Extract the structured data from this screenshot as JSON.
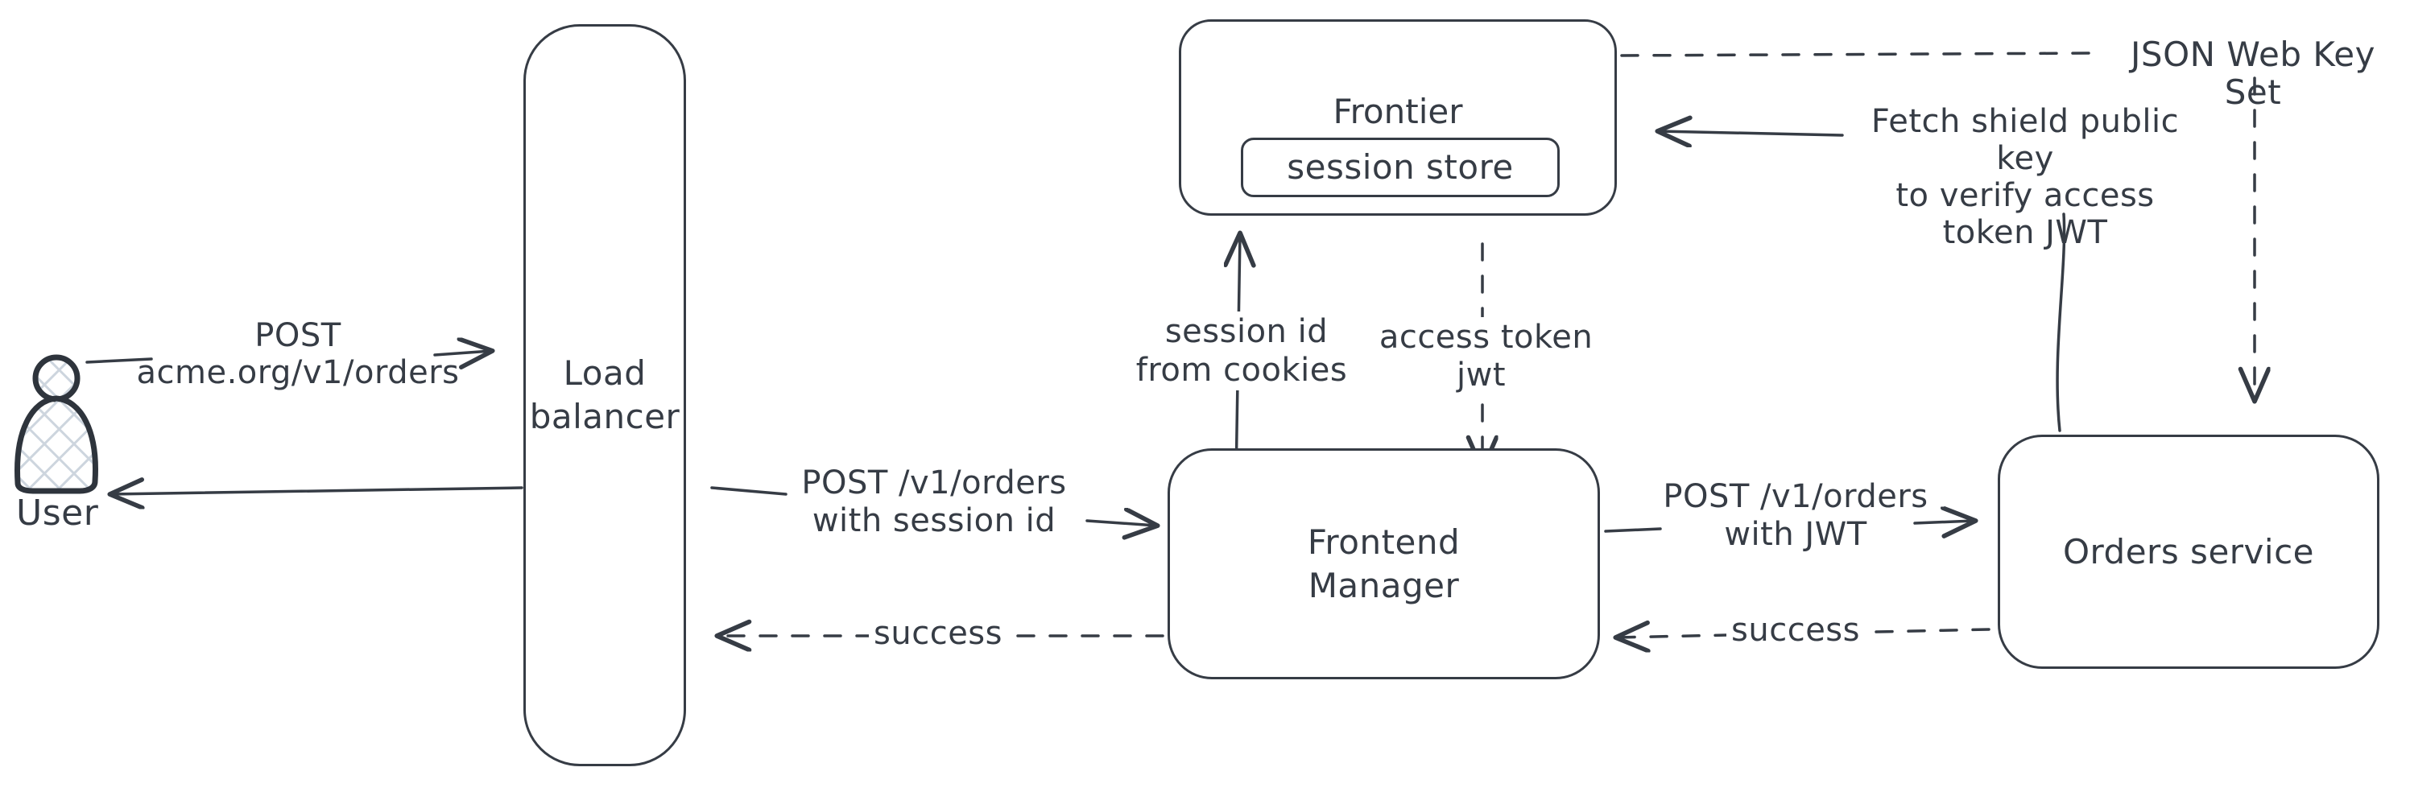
{
  "canvas": {
    "background": "#ffffff",
    "ink_color": "#363c45",
    "hatch_color": "#cdd5de"
  },
  "nodes": {
    "user": {
      "label": "User"
    },
    "load_balancer": {
      "label": "Load\nbalancer"
    },
    "frontier": {
      "label": "Frontier",
      "store_label": "session store"
    },
    "frontend_manager": {
      "label": "Frontend\nManager"
    },
    "orders_service": {
      "label": "Orders service"
    }
  },
  "edges": {
    "post_orders": {
      "label": "POST\nacme.org/v1/orders",
      "style": "solid",
      "from": "user",
      "to": "load_balancer"
    },
    "response_to_user": {
      "label": "",
      "style": "solid",
      "from": "load_balancer",
      "to": "user"
    },
    "post_session": {
      "label": "POST /v1/orders\nwith session id",
      "style": "solid",
      "from": "load_balancer",
      "to": "frontend_manager"
    },
    "success_to_lb": {
      "label": "success",
      "style": "dashed",
      "from": "frontend_manager",
      "to": "load_balancer"
    },
    "session_cookies": {
      "label": "session id\nfrom cookies",
      "style": "solid",
      "from": "frontend_manager",
      "to": "frontier"
    },
    "access_token": {
      "label": "access token\njwt",
      "style": "dashed",
      "from": "frontier",
      "to": "frontend_manager"
    },
    "post_jwt": {
      "label": "POST /v1/orders\nwith JWT",
      "style": "solid",
      "from": "frontend_manager",
      "to": "orders_service"
    },
    "success_to_fm": {
      "label": "success",
      "style": "dashed",
      "from": "orders_service",
      "to": "frontend_manager"
    },
    "jwks": {
      "label": "JSON Web Key Set",
      "style": "dashed",
      "from": "frontier",
      "to": "orders_service"
    },
    "fetch_key": {
      "label": "Fetch shield public key\nto verify access\ntoken JWT",
      "style": "solid",
      "from": "orders_service",
      "to": "frontier"
    }
  }
}
